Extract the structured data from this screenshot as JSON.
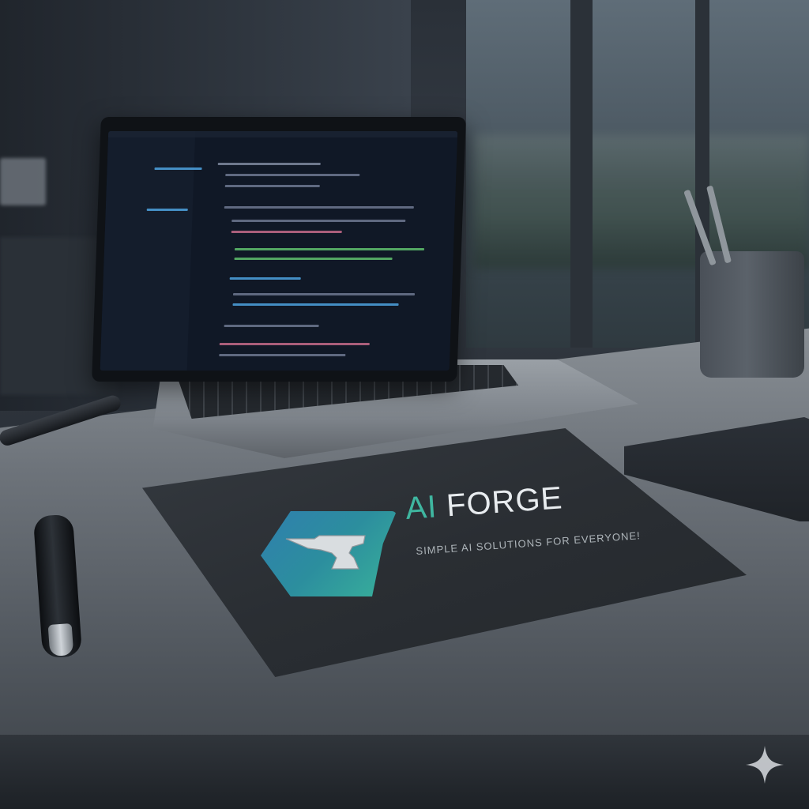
{
  "card": {
    "brand_accent": "AI",
    "brand_rest": "FORGE",
    "tagline": "SIMPLE AI SOLUTIONS FOR EVERYONE!"
  },
  "colors": {
    "brand_teal": "#3fb6a0",
    "logo_blue": "#2f7fae",
    "card_dark": "#2a2e33"
  },
  "icons": {
    "logo": "anvil-icon",
    "watermark": "sparkle-icon"
  }
}
